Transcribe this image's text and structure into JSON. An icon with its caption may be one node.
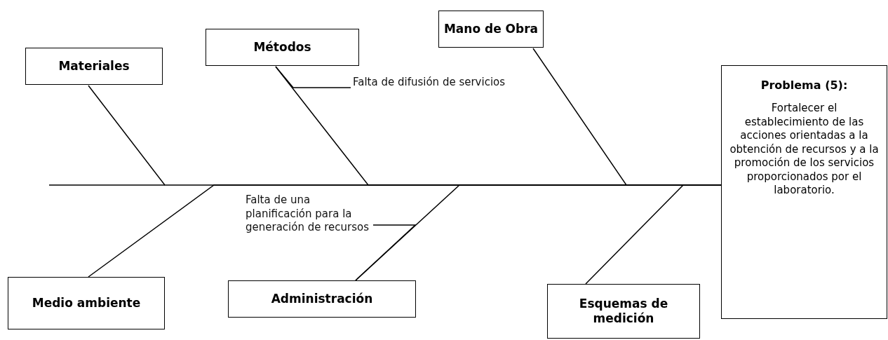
{
  "diagram": {
    "nodes": [
      {
        "text": [
          "Materiales"
        ]
      },
      {
        "text": [
          "Métodos"
        ]
      },
      {
        "text": [
          "Mano de Obra"
        ]
      },
      {
        "text": [
          "Problema (5):",
          "Fortalecer el establecimiento de las acciones orientadas a la obtención de recursos y a la promoción de los servicios proporcionados por el laboratorio."
        ]
      },
      {
        "text": [
          "Falta de difusión de servicios"
        ]
      },
      {
        "text": [
          "Medio ambiente"
        ]
      },
      {
        "text": [
          "Falta de una planificación para la generación de recursos"
        ]
      },
      {
        "text": [
          "Administración"
        ]
      },
      {
        "text": [
          "Esquemas de medición"
        ]
      }
    ],
    "edges": [
      {
        "from": 0,
        "to": 3,
        "arrow": "none"
      },
      {
        "from": 1,
        "to": 3,
        "arrow": "none"
      },
      {
        "from": 2,
        "to": 3,
        "arrow": "none"
      },
      {
        "from": 4,
        "to": 1,
        "arrow": "none"
      },
      {
        "from": 5,
        "to": 3,
        "arrow": "none"
      },
      {
        "from": 6,
        "to": 7,
        "arrow": "none"
      },
      {
        "from": 7,
        "to": 3,
        "arrow": "none"
      },
      {
        "from": 8,
        "to": 3,
        "arrow": "none"
      }
    ]
  }
}
